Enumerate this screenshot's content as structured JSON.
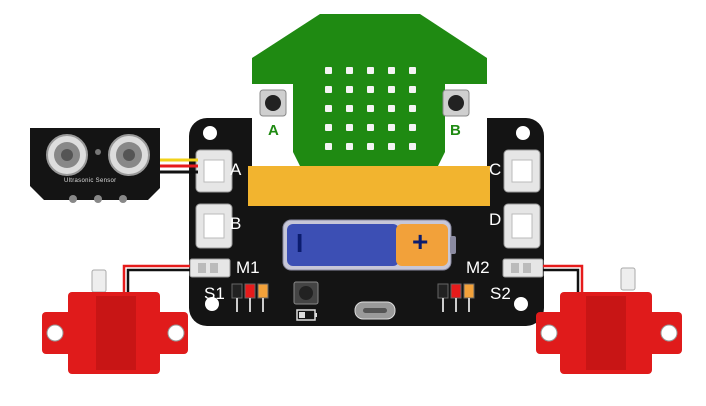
{
  "microbit": {
    "button_a_label": "A",
    "button_b_label": "B",
    "board_color": "#1f8a12",
    "edge_color": "#f2b42f"
  },
  "board": {
    "port_a_label": "A",
    "port_b_label": "B",
    "port_c_label": "C",
    "port_d_label": "D",
    "motor_left_label": "M1",
    "motor_right_label": "M2",
    "servo_left_label": "S1",
    "servo_right_label": "S2",
    "board_color": "#111111"
  },
  "ultrasonic": {
    "label": "Ultrasonic Sensor"
  },
  "battery": {
    "negative_symbol": "I",
    "positive_symbol": "+"
  },
  "colors": {
    "motor_red": "#e01b1b",
    "wire_red": "#e61b1b",
    "wire_black": "#111111",
    "wire_yellow": "#f2d21a"
  }
}
